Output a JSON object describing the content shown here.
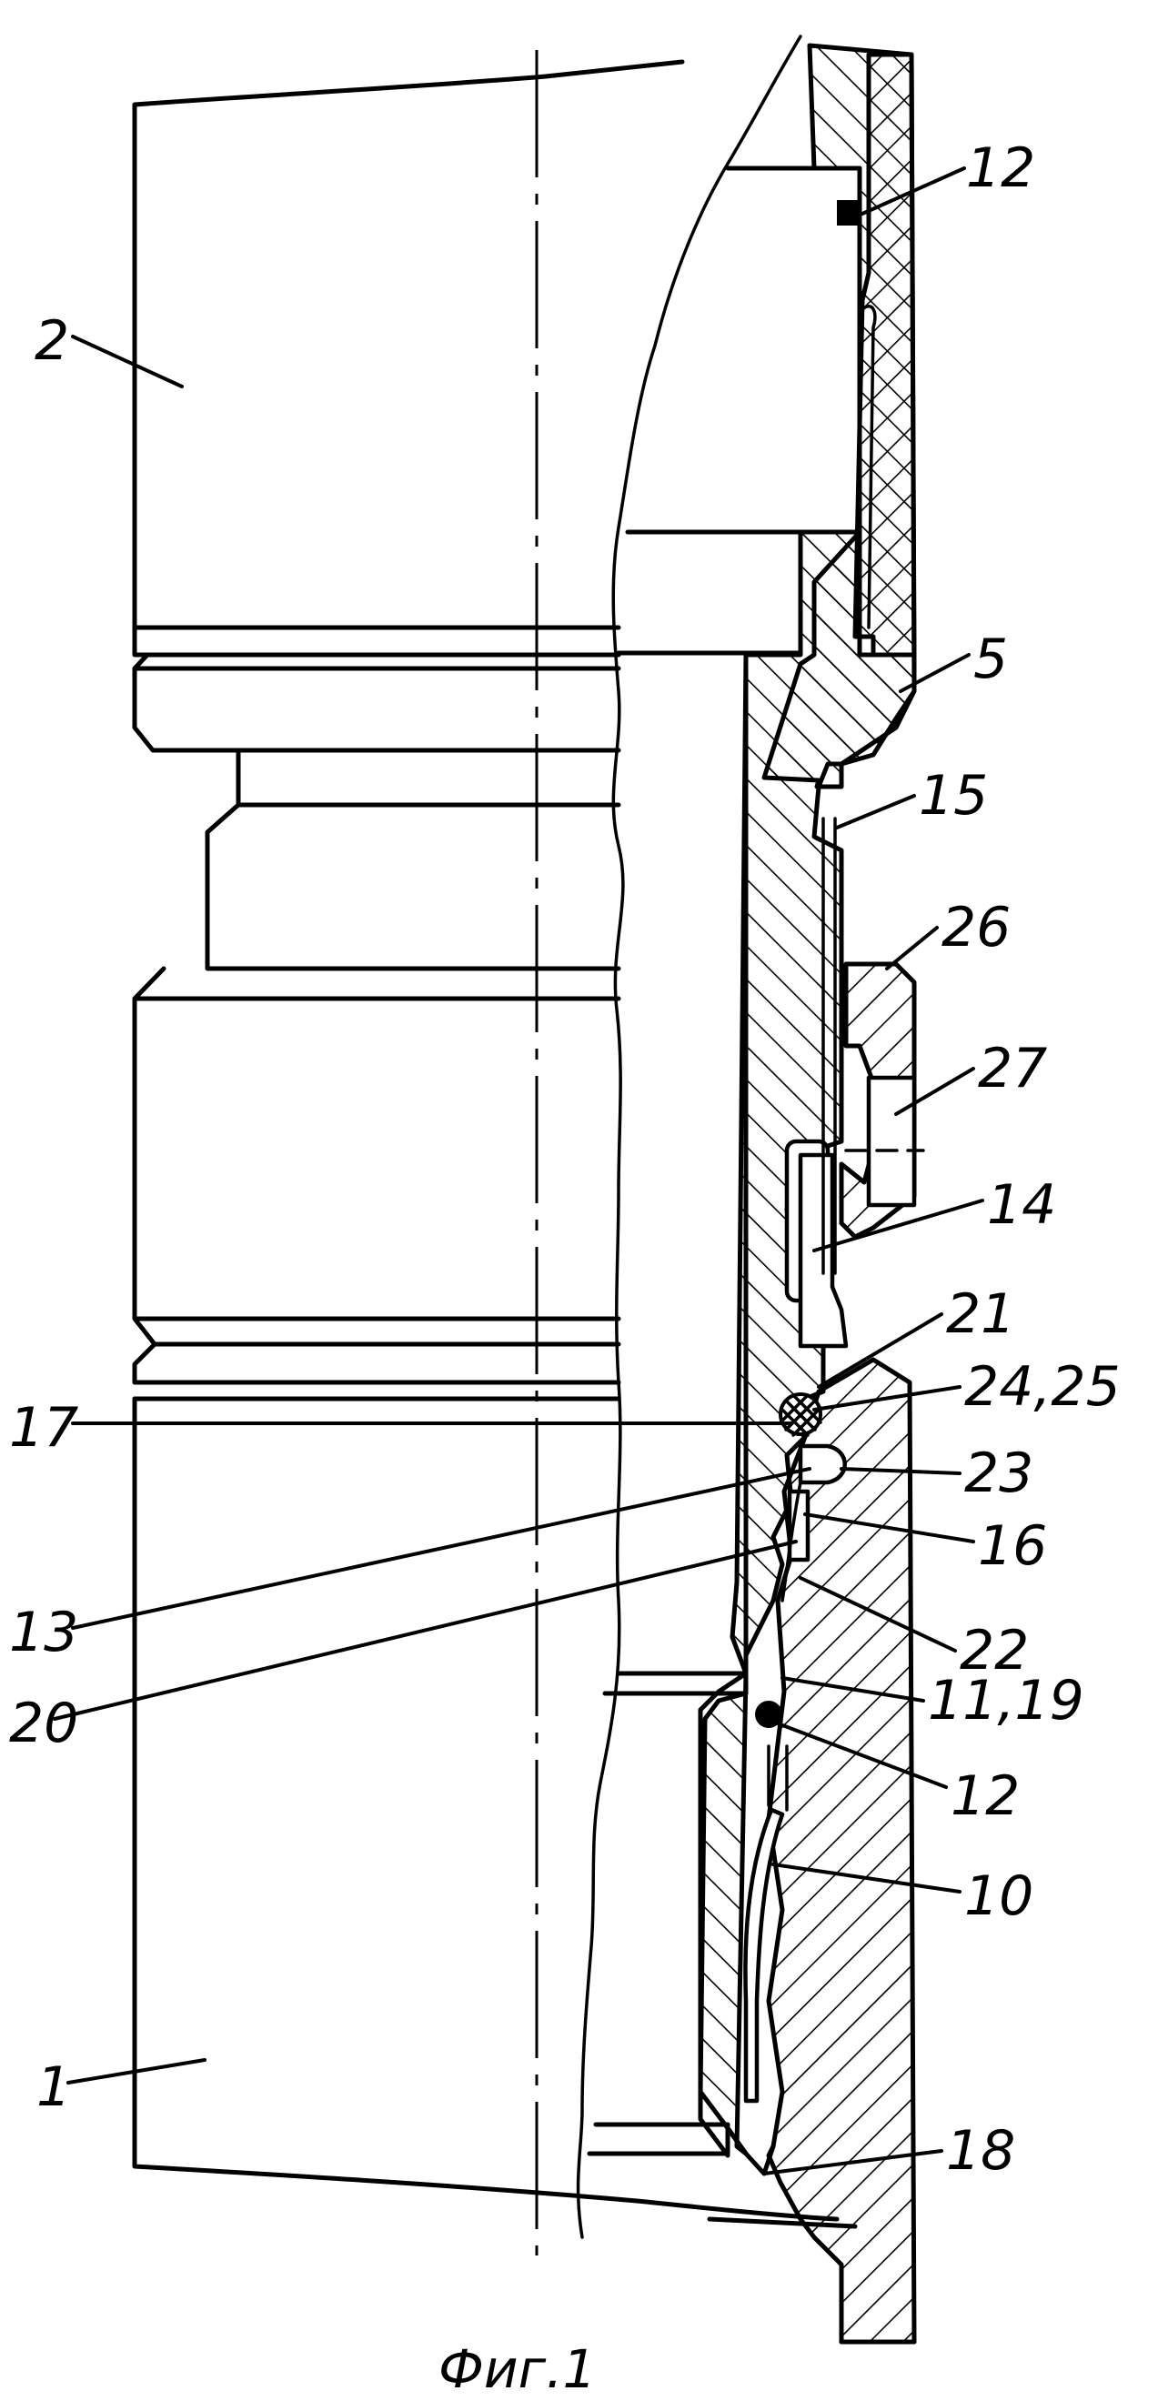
{
  "figure": {
    "caption": "Фиг.1",
    "labels": {
      "l1": "1",
      "l2": "2",
      "l5": "5",
      "l10": "10",
      "l11_19": "11,19",
      "l12a": "12",
      "l12b": "12",
      "l13": "13",
      "l14": "14",
      "l15": "15",
      "l16": "16",
      "l17": "17",
      "l18": "18",
      "l20": "20",
      "l21": "21",
      "l22": "22",
      "l23": "23",
      "l24_25": "24,25",
      "l26": "26",
      "l27": "27"
    }
  }
}
